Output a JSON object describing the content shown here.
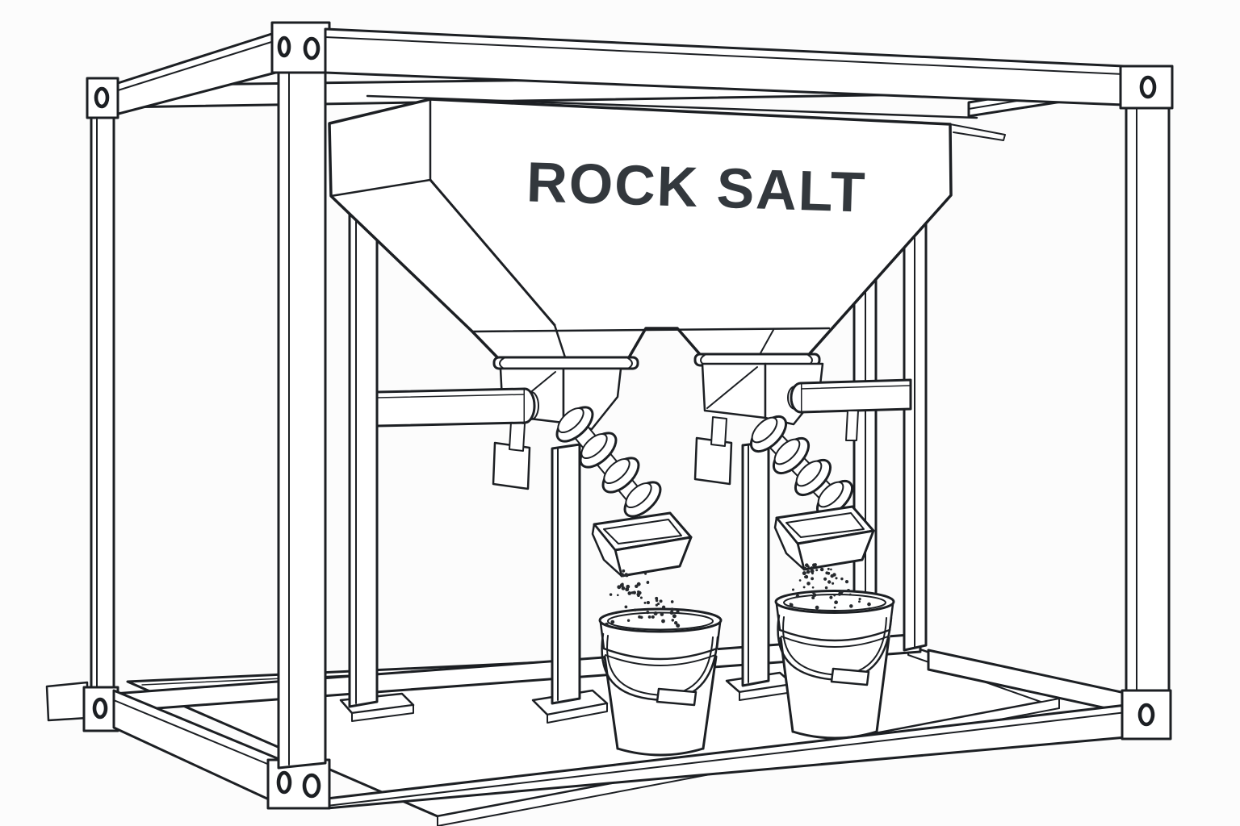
{
  "page": {
    "background": "#fcfcfc"
  },
  "hopper": {
    "label": "ROCK SALT"
  },
  "style": {
    "line_color": "#1c1f23",
    "label_color": "#33383d",
    "salt_dot_color": "#26292d",
    "fill_color": "#ffffff"
  },
  "equipment": {
    "buckets_visible": 2,
    "dispensers_visible": 2,
    "salt_streams_visible": 2
  }
}
